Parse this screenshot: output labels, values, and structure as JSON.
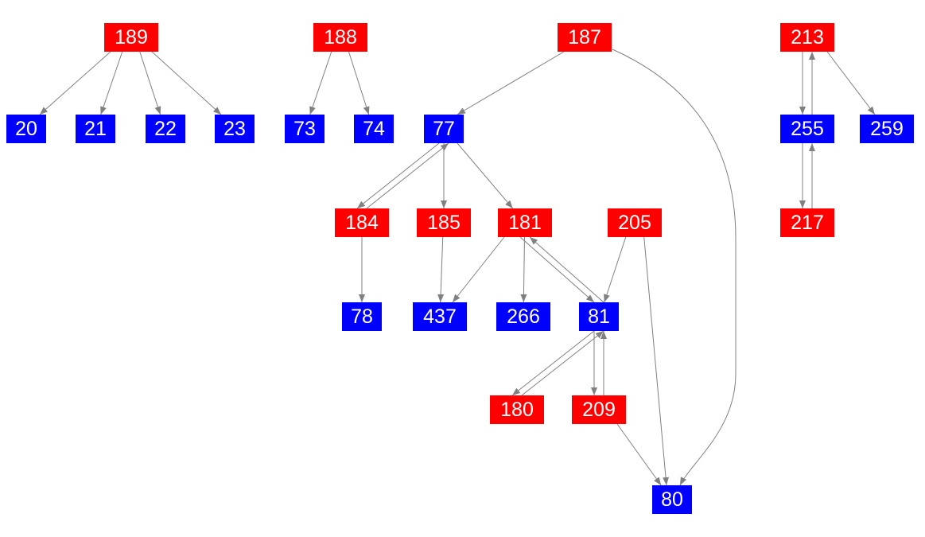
{
  "colors": {
    "red": "#ff0000",
    "blue": "#0000ff",
    "edge": "#808080"
  },
  "nodes": [
    {
      "id": "189",
      "label": "189",
      "color": "red"
    },
    {
      "id": "188",
      "label": "188",
      "color": "red"
    },
    {
      "id": "187",
      "label": "187",
      "color": "red"
    },
    {
      "id": "213",
      "label": "213",
      "color": "red"
    },
    {
      "id": "20",
      "label": "20",
      "color": "blue"
    },
    {
      "id": "21",
      "label": "21",
      "color": "blue"
    },
    {
      "id": "22",
      "label": "22",
      "color": "blue"
    },
    {
      "id": "23",
      "label": "23",
      "color": "blue"
    },
    {
      "id": "73",
      "label": "73",
      "color": "blue"
    },
    {
      "id": "74",
      "label": "74",
      "color": "blue"
    },
    {
      "id": "77",
      "label": "77",
      "color": "blue"
    },
    {
      "id": "255",
      "label": "255",
      "color": "blue"
    },
    {
      "id": "259",
      "label": "259",
      "color": "blue"
    },
    {
      "id": "184",
      "label": "184",
      "color": "red"
    },
    {
      "id": "185",
      "label": "185",
      "color": "red"
    },
    {
      "id": "181",
      "label": "181",
      "color": "red"
    },
    {
      "id": "205",
      "label": "205",
      "color": "red"
    },
    {
      "id": "217",
      "label": "217",
      "color": "red"
    },
    {
      "id": "78",
      "label": "78",
      "color": "blue"
    },
    {
      "id": "437",
      "label": "437",
      "color": "blue"
    },
    {
      "id": "266",
      "label": "266",
      "color": "blue"
    },
    {
      "id": "81",
      "label": "81",
      "color": "blue"
    },
    {
      "id": "180",
      "label": "180",
      "color": "red"
    },
    {
      "id": "209",
      "label": "209",
      "color": "red"
    },
    {
      "id": "80",
      "label": "80",
      "color": "blue"
    }
  ],
  "edges": [
    [
      "189",
      "20"
    ],
    [
      "189",
      "21"
    ],
    [
      "189",
      "22"
    ],
    [
      "189",
      "23"
    ],
    [
      "188",
      "73"
    ],
    [
      "188",
      "74"
    ],
    [
      "187",
      "77"
    ],
    [
      "187",
      "80"
    ],
    [
      "213",
      "255"
    ],
    [
      "255",
      "213"
    ],
    [
      "213",
      "259"
    ],
    [
      "255",
      "217"
    ],
    [
      "217",
      "255"
    ],
    [
      "77",
      "184"
    ],
    [
      "184",
      "77"
    ],
    [
      "77",
      "185"
    ],
    [
      "77",
      "181"
    ],
    [
      "184",
      "78"
    ],
    [
      "185",
      "437"
    ],
    [
      "181",
      "437"
    ],
    [
      "181",
      "266"
    ],
    [
      "181",
      "81"
    ],
    [
      "81",
      "181"
    ],
    [
      "205",
      "81"
    ],
    [
      "205",
      "80"
    ],
    [
      "81",
      "180"
    ],
    [
      "180",
      "81"
    ],
    [
      "81",
      "209"
    ],
    [
      "209",
      "81"
    ],
    [
      "209",
      "80"
    ]
  ]
}
